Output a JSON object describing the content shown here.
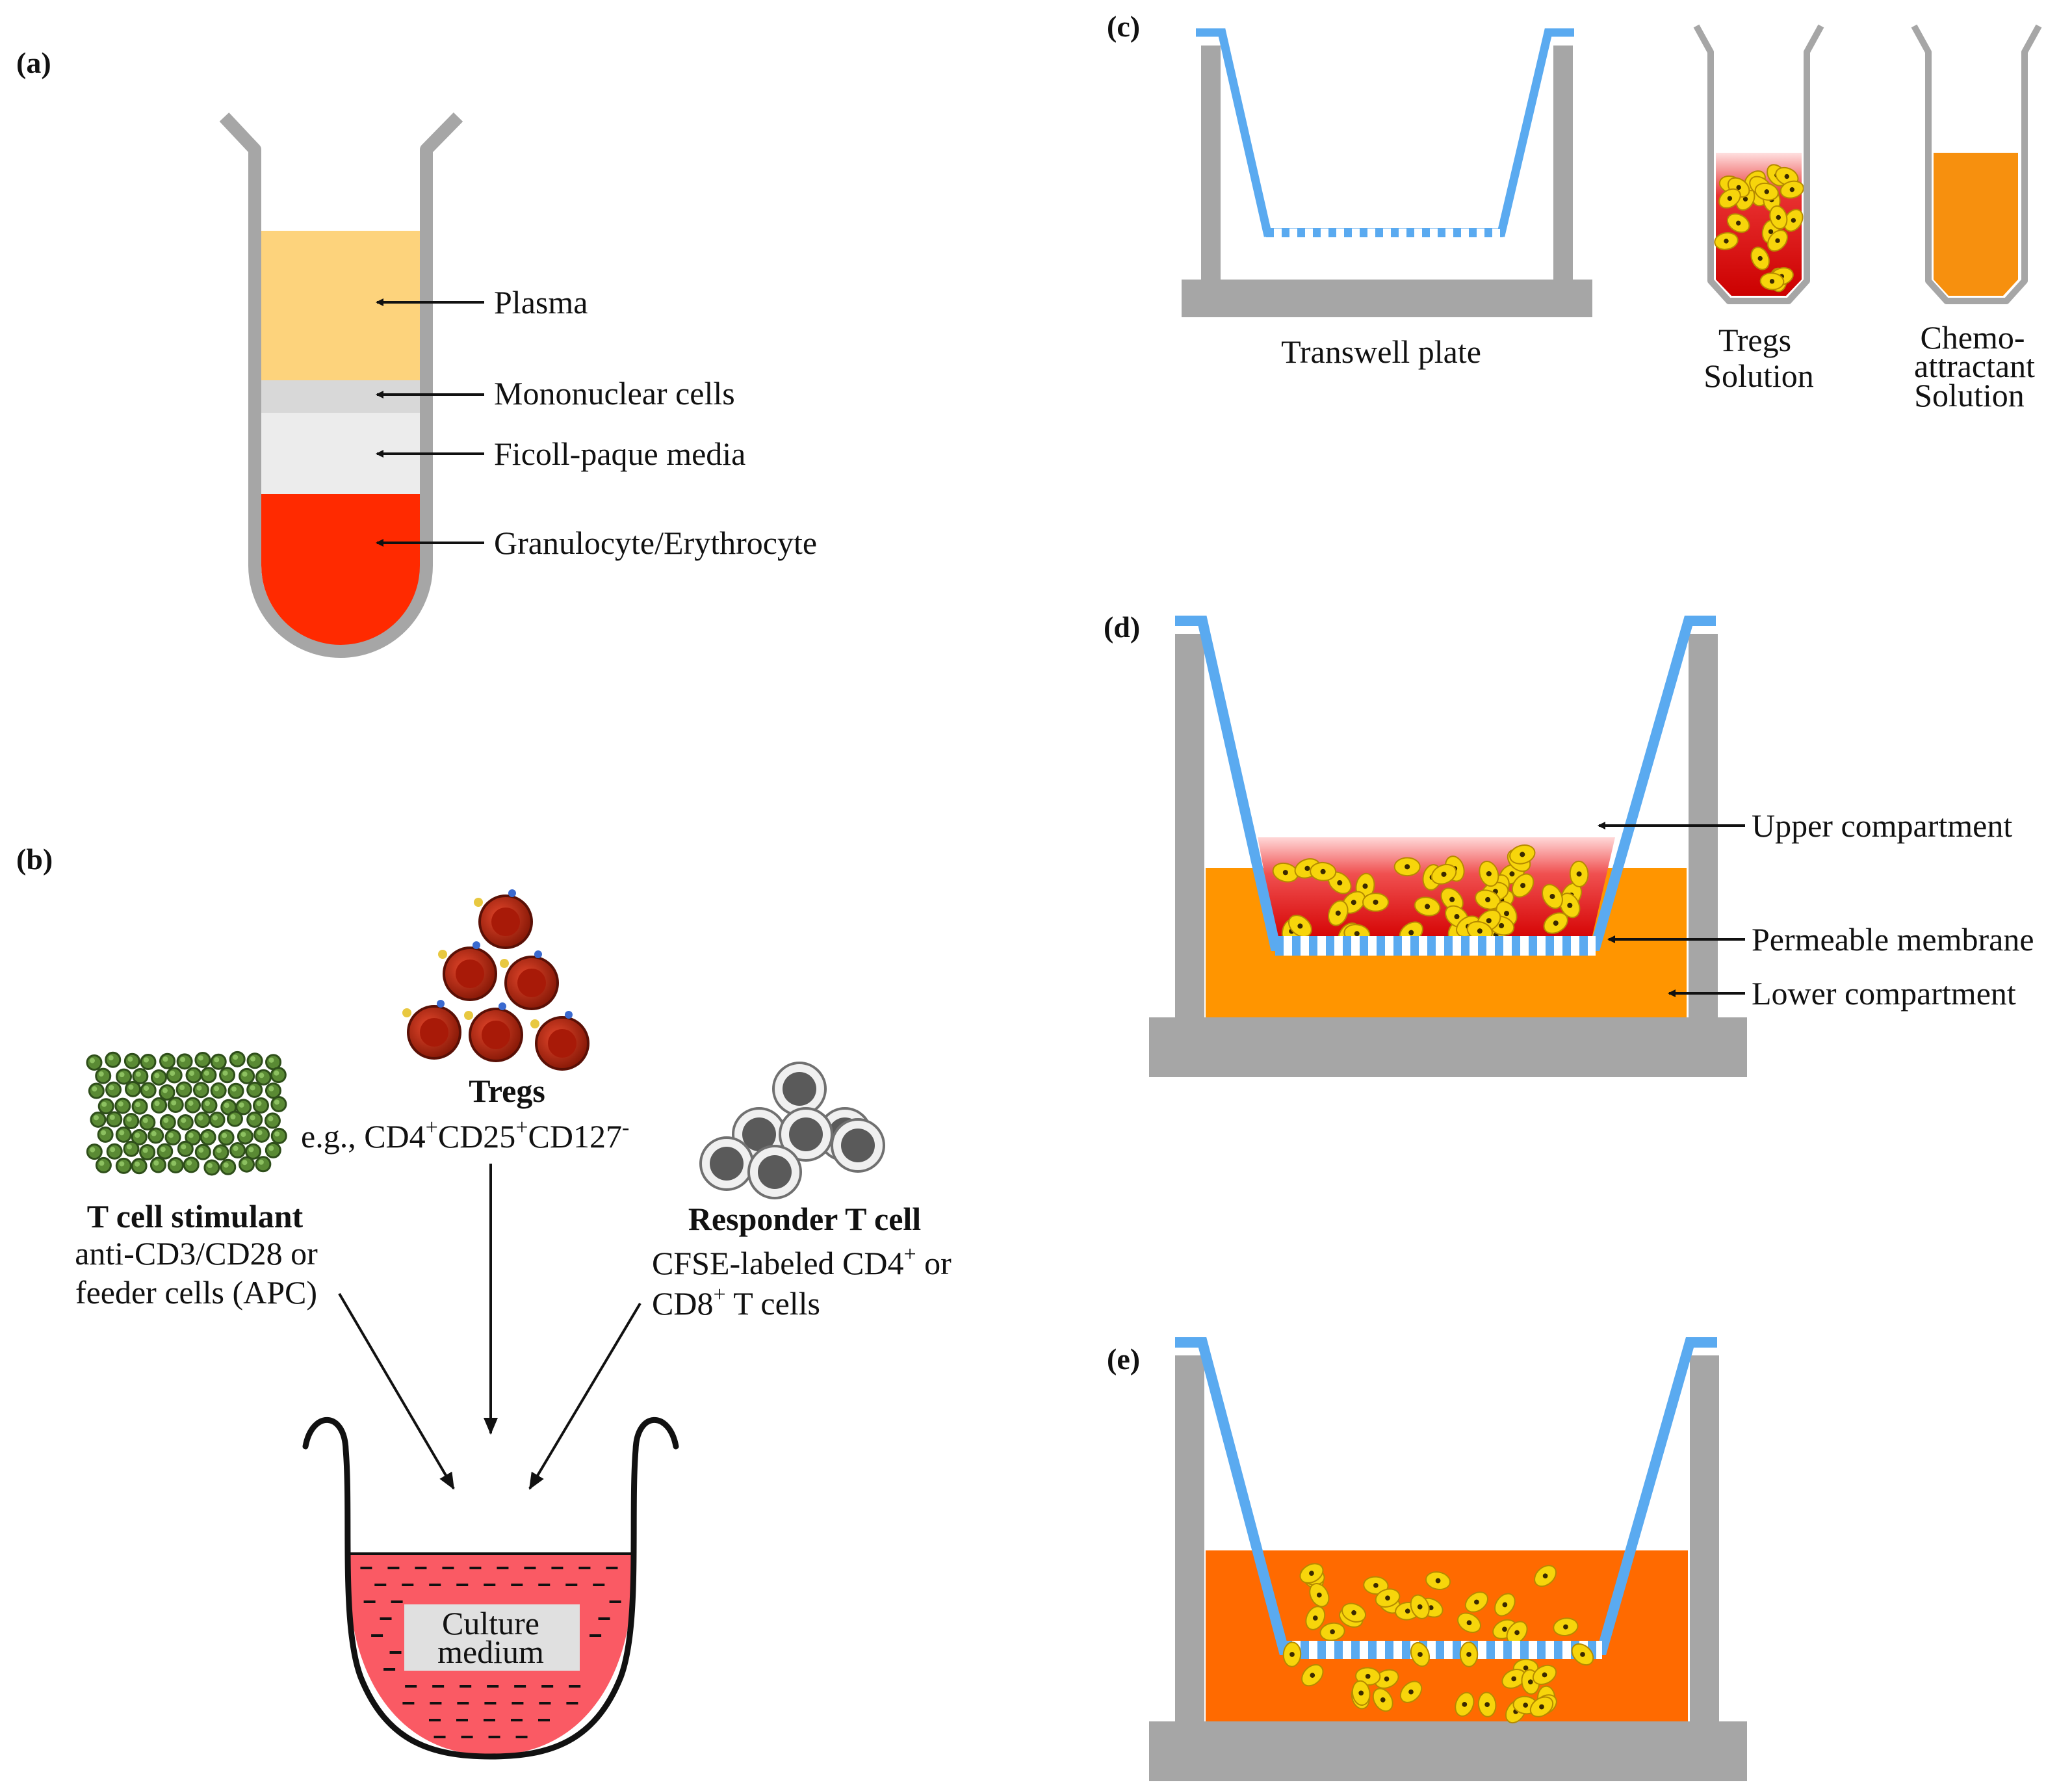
{
  "colors": {
    "gray": "#a6a6a6",
    "blue": "#5aaaf0",
    "plasma": "#fdd37c",
    "mono": "#d8d8d8",
    "ficoll": "#ececec",
    "granulo": "#ff2a00",
    "orange": "#f7900e",
    "orange_e": "#ff6a00",
    "culture": "#fa5a64",
    "cell_yellow": "#f7d50b",
    "treg_red": "#c0220c",
    "stim_green": "#5a8a34",
    "resp_gray": "#707070"
  },
  "panels": {
    "a": "(a)",
    "b": "(b)",
    "c": "(c)",
    "d": "(d)",
    "e": "(e)"
  },
  "panel_a": {
    "plasma": "Plasma",
    "mono": "Mononuclear cells",
    "ficoll": "Ficoll-paque media",
    "granulo": "Granulocyte/Erythrocyte"
  },
  "panel_b": {
    "tregs_title": "Tregs",
    "tregs_eg": "e.g., CD4",
    "tregs_sup1": "+",
    "tregs_mid": "CD25",
    "tregs_sup2": "+",
    "tregs_end": "CD127",
    "tregs_sup3": "-",
    "stim_title": "T cell stimulant",
    "stim_line1": "anti-CD3/CD28 or",
    "stim_line2": "feeder cells (APC)",
    "resp_title": "Responder T cell",
    "resp_line1": "CFSE-labeled CD4",
    "resp_sup1": "+",
    "resp_line1_end": " or",
    "resp_line2": "CD8",
    "resp_sup2": "+",
    "resp_line2_end": " T cells",
    "culture_line1": "Culture",
    "culture_line2": "medium"
  },
  "panel_c": {
    "transwell": "Transwell plate",
    "tregs_line1": "Tregs",
    "tregs_line2": "Solution",
    "chemo_line1": "Chemo-",
    "chemo_line2": "attractant",
    "chemo_line3": "Solution"
  },
  "panel_d": {
    "upper": "Upper compartment",
    "membrane": "Permeable membrane",
    "lower": "Lower compartment"
  }
}
